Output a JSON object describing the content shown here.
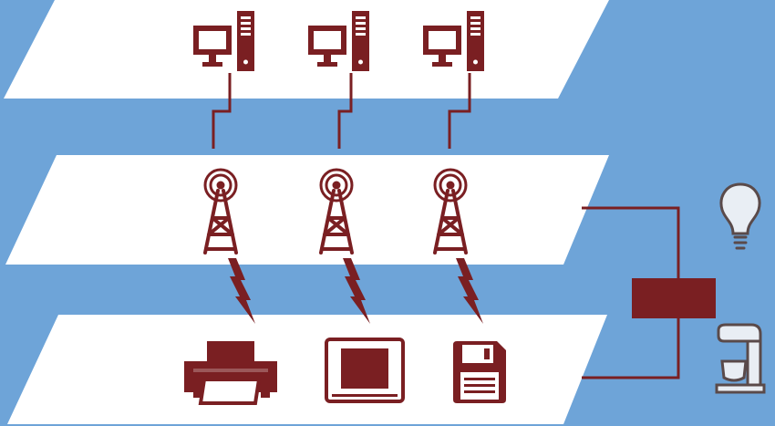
{
  "colors": {
    "background": "#6ea4d8",
    "tier": "#ffffff",
    "accent": "#7a1f22",
    "bulb": "#e9eef4",
    "bulb_outline": "#5a4a4a"
  },
  "layers": [
    {
      "name": "computer-layer",
      "nodes": [
        "desktop-computer-icon",
        "desktop-computer-icon",
        "desktop-computer-icon"
      ]
    },
    {
      "name": "access-point-layer",
      "nodes": [
        "wifi-tower-icon",
        "wifi-tower-icon",
        "wifi-tower-icon"
      ]
    },
    {
      "name": "device-layer",
      "nodes": [
        "printer-icon",
        "tablet-icon",
        "floppy-disk-icon"
      ]
    }
  ],
  "links": {
    "computer_to_tower": "wired-cable",
    "tower_to_device": "wireless-lightning"
  },
  "side_panel": {
    "controller": "controller-box",
    "appliances": [
      "light-bulb-icon",
      "stand-mixer-icon"
    ]
  }
}
